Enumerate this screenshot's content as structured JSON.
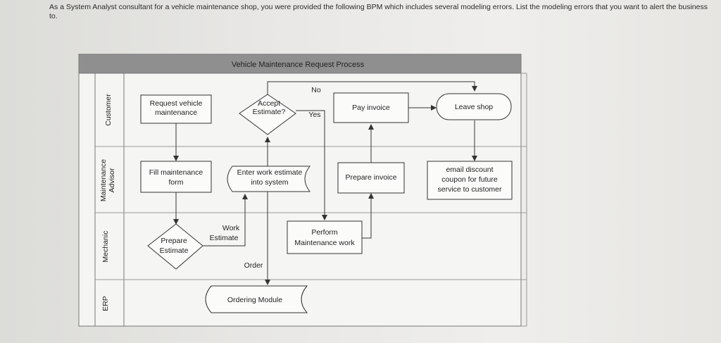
{
  "question": "As a System Analyst consultant for a vehicle maintenance shop, you were provided the following BPM which includes several modeling errors. List the modeling errors that you want to alert the business to.",
  "diagram": {
    "title": "Vehicle Maintenance Request Process",
    "lanes": {
      "customer": "Customer",
      "advisor_line1": "Maintenance",
      "advisor_line2": "Advisor",
      "mechanic": "Mechanic",
      "erp": "ERP"
    },
    "nodes": {
      "request_line1": "Request vehicle",
      "request_line2": "maintenance",
      "accept_line1": "Accept",
      "accept_line2": "Estimate?",
      "pay_invoice": "Pay invoice",
      "leave_shop": "Leave shop",
      "fill_line1": "Fill maintenance",
      "fill_line2": "form",
      "enter_line1": "Enter work estimate",
      "enter_line2": "into system",
      "prepare_invoice": "Prepare invoice",
      "email_line1": "email discount",
      "email_line2": "coupon for future",
      "email_line3": "service to customer",
      "prepare_est_line1": "Prepare",
      "prepare_est_line2": "Estimate",
      "perform_line1": "Perform",
      "perform_line2": "Maintenance work",
      "ordering_module": "Ordering Module"
    },
    "labels": {
      "no": "No",
      "yes": "Yes",
      "work_line1": "Work",
      "work_line2": "Estimate",
      "order": "Order"
    }
  }
}
